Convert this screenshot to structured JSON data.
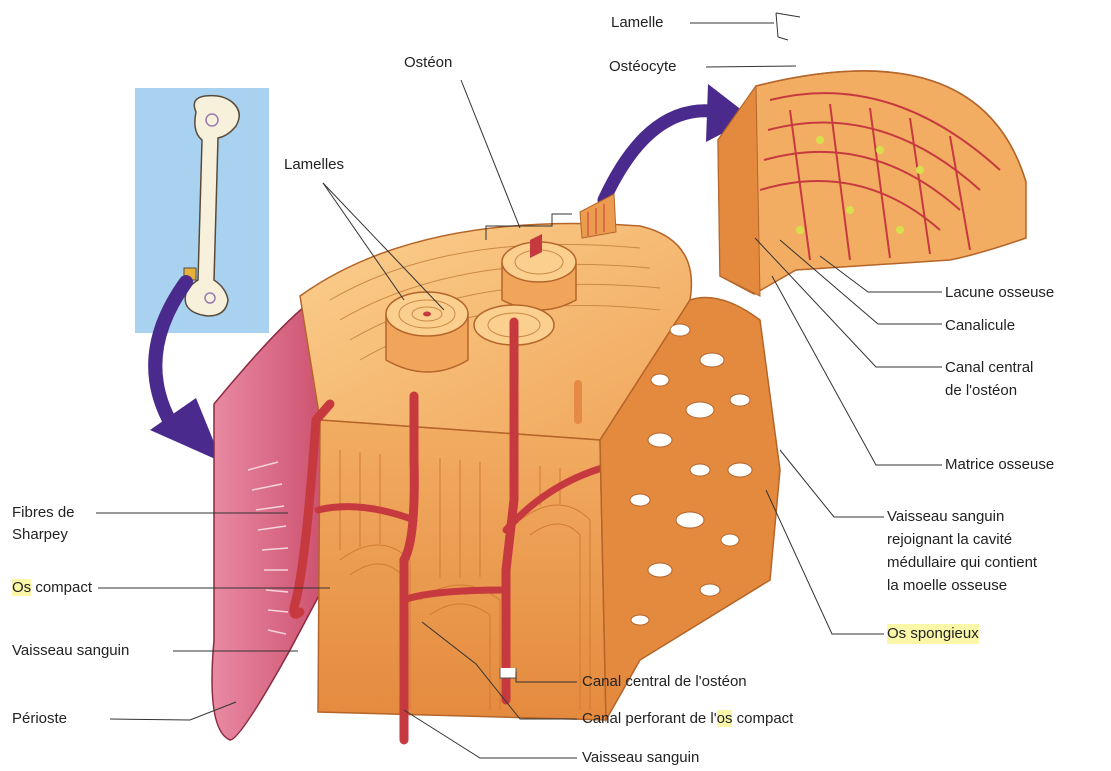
{
  "labels": {
    "lamelle": "Lamelle",
    "osteocyte": "Ostéocyte",
    "osteon": "Ostéon",
    "lamelles": "Lamelles",
    "lacune": "Lacune osseuse",
    "canalicule": "Canalicule",
    "canal_central_1": "Canal central",
    "canal_central_2": "de l'ostéon",
    "matrice": "Matrice osseuse",
    "vaisseau_cavite_1": "Vaisseau sanguin",
    "vaisseau_cavite_2": "rejoignant la cavité",
    "vaisseau_cavite_3": "médullaire qui contient",
    "vaisseau_cavite_4": "la moelle osseuse",
    "os_spongieux": "Os spongieux",
    "fibres_1": "Fibres de",
    "fibres_2": "Sharpey",
    "os_compact_prefix": "Os",
    "os_compact_rest": " compact",
    "vaisseau_left": "Vaisseau sanguin",
    "perioste": "Périoste",
    "canal_central_bottom": "Canal central de l'ostéon",
    "canal_perforant_prefix": "Canal perforant de l'",
    "canal_perforant_os": "os",
    "canal_perforant_suffix": " compact",
    "vaisseau_bottom": "Vaisseau sanguin"
  },
  "colors": {
    "bone_light": "#f6c277",
    "bone_mid": "#ec9c4f",
    "bone_dark": "#cf6f2c",
    "vessel": "#c63a3f",
    "periosteum": "#d8587a",
    "inset_bg": "#a9d2f0",
    "arrow": "#4a2a8c",
    "highlight": "#fbf7a9",
    "osteocyte": "#d7e04a"
  }
}
